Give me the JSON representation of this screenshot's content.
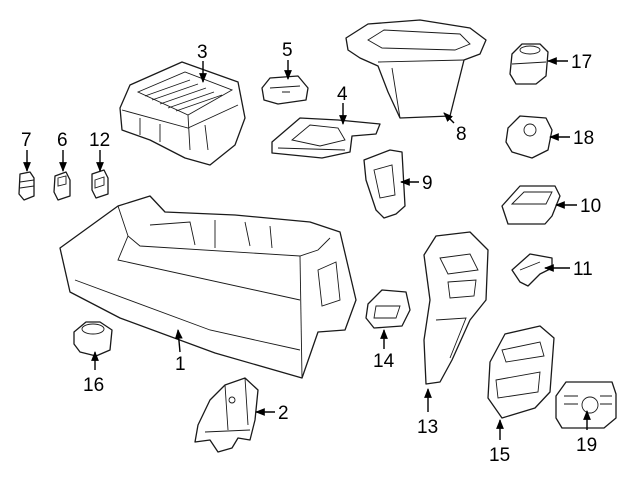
{
  "diagram": {
    "style": "exploded parts diagram",
    "line_color": "#1a1a1a",
    "background": "#ffffff",
    "callouts": [
      {
        "id": "1",
        "label": "1"
      },
      {
        "id": "2",
        "label": "2"
      },
      {
        "id": "3",
        "label": "3"
      },
      {
        "id": "4",
        "label": "4"
      },
      {
        "id": "5",
        "label": "5"
      },
      {
        "id": "6",
        "label": "6"
      },
      {
        "id": "7",
        "label": "7"
      },
      {
        "id": "8",
        "label": "8"
      },
      {
        "id": "9",
        "label": "9"
      },
      {
        "id": "10",
        "label": "10"
      },
      {
        "id": "11",
        "label": "11"
      },
      {
        "id": "12",
        "label": "12"
      },
      {
        "id": "13",
        "label": "13"
      },
      {
        "id": "14",
        "label": "14"
      },
      {
        "id": "15",
        "label": "15"
      },
      {
        "id": "16",
        "label": "16"
      },
      {
        "id": "17",
        "label": "17"
      },
      {
        "id": "18",
        "label": "18"
      },
      {
        "id": "19",
        "label": "19"
      }
    ]
  }
}
